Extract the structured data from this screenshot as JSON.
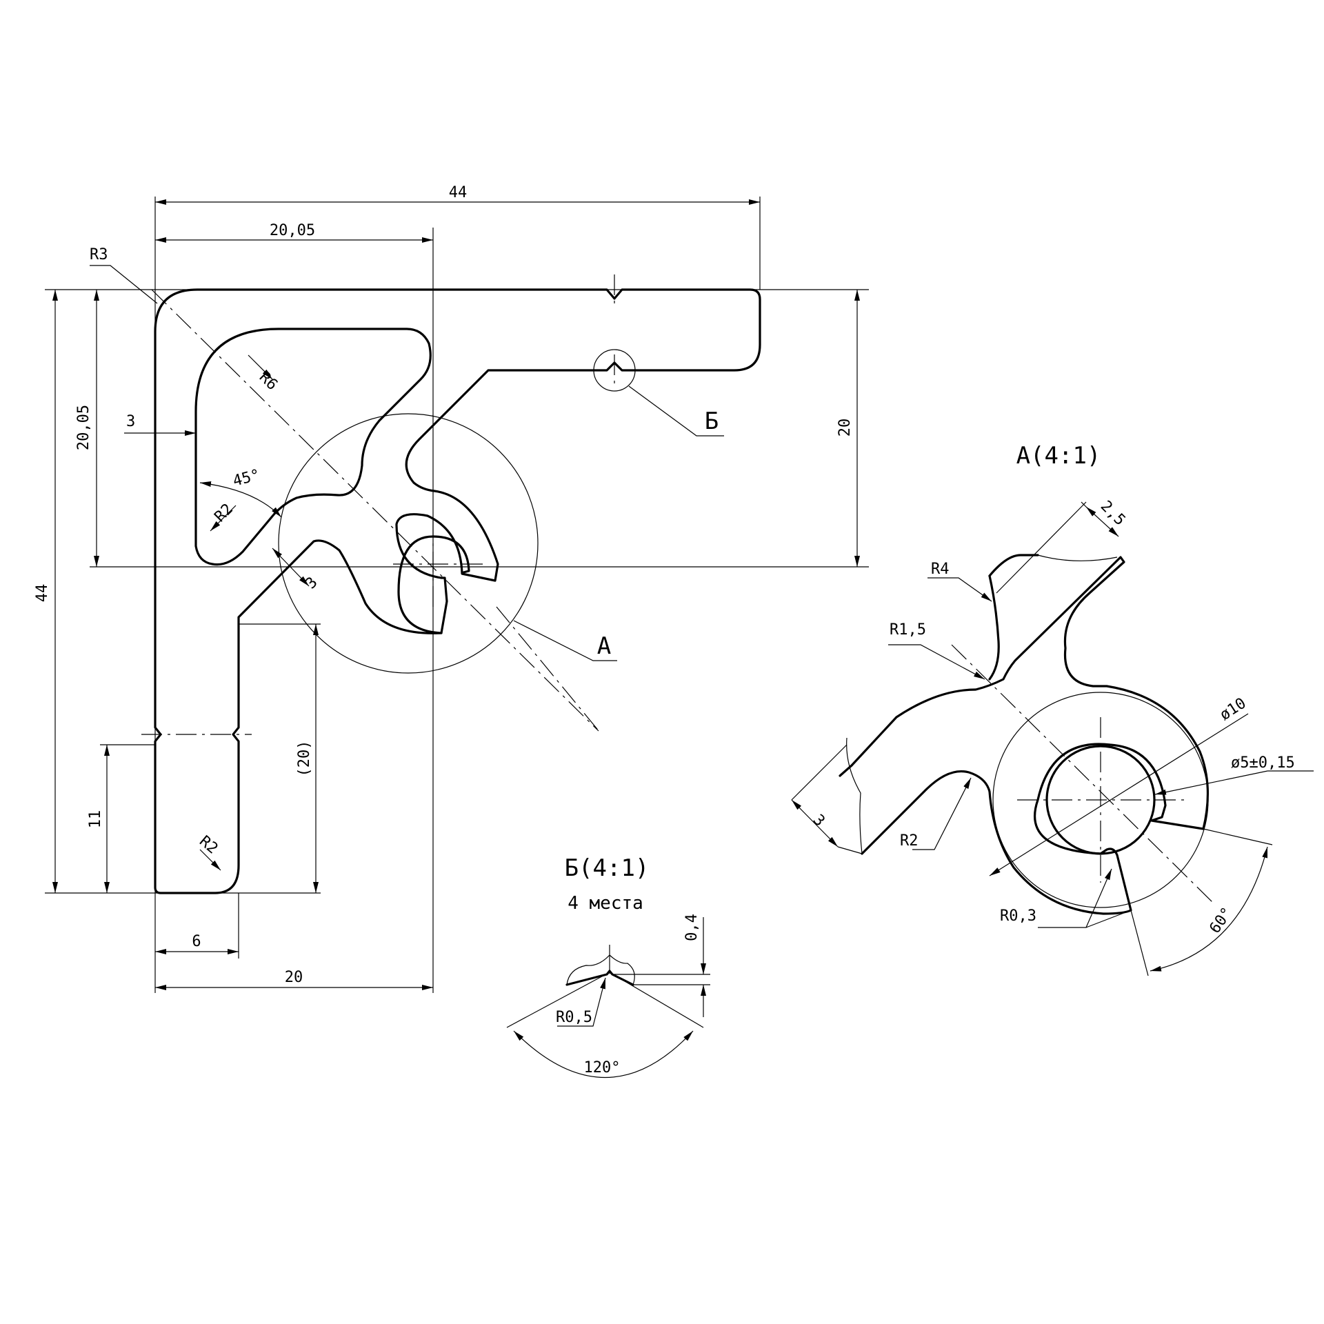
{
  "main_view": {
    "width_total": "44",
    "width_inner": "20,05",
    "height_total": "44",
    "height_inner": "20,05",
    "right_height": "20",
    "corner_radius": "R3",
    "inner_radius": "R6",
    "wall": "3",
    "angle": "45°",
    "small_radius": "R2",
    "slot_width": "3",
    "leg_height_ref": "(20)",
    "notch_height": "11",
    "bottom_radius": "R2",
    "leg_width": "6",
    "bottom_width": "20",
    "callout_a": "А",
    "callout_b": "Б"
  },
  "detail_a": {
    "title": "А(4:1)",
    "width_top": "2,5",
    "r4": "R4",
    "r15": "R1,5",
    "d10": "ø10",
    "d5": "ø5±0,15",
    "w3": "3",
    "r2": "R2",
    "r03": "R0,3",
    "angle": "60°"
  },
  "detail_b": {
    "title": "Б(4:1)",
    "subtitle": "4 места",
    "depth": "0,4",
    "radius": "R0,5",
    "angle": "120°"
  }
}
